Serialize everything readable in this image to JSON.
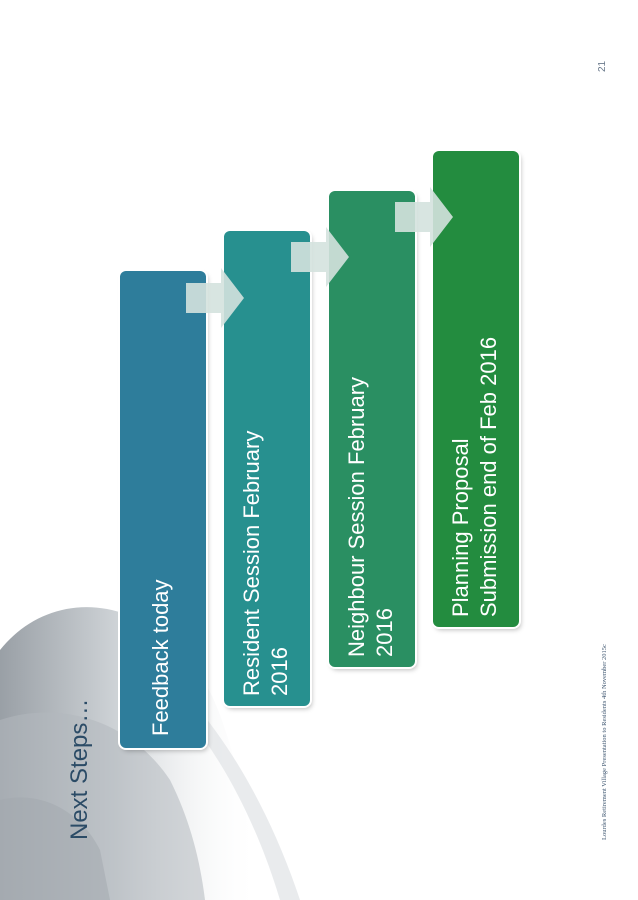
{
  "slide": {
    "title": "Next Steps…",
    "page_number": "21",
    "footer": "Lourdes Retirement Village Presentation to Residents 4th November 2015c"
  },
  "steps": [
    {
      "line1": "Feedback today",
      "line2": "",
      "color": "#2e7d9b"
    },
    {
      "line1": "Resident Session February",
      "line2": "2016",
      "color": "#27908f"
    },
    {
      "line1": "Neighbour Session February",
      "line2": "2016",
      "color": "#2a8f62"
    },
    {
      "line1": "Planning Proposal",
      "line2": "Submission end of Feb 2016",
      "color": "#238c3f"
    }
  ],
  "arrow_color": "#d4e2de"
}
